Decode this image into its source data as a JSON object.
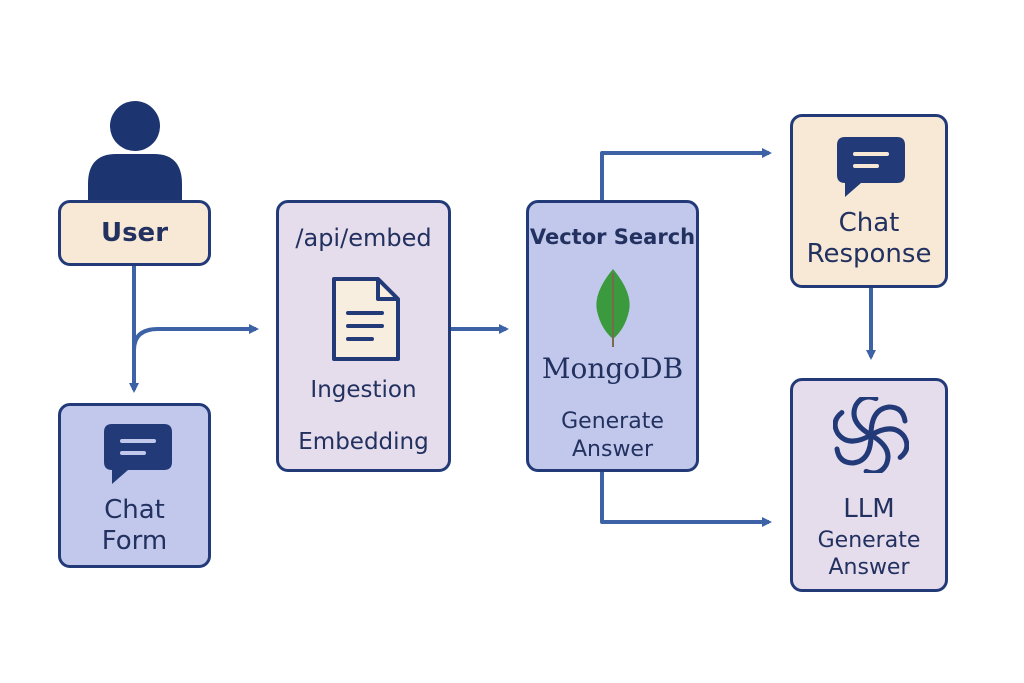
{
  "colors": {
    "navy": "#223a78",
    "arrow": "#3d63a6",
    "peach_fill": "#f8e9d7",
    "lavender_fill": "#e5dcec",
    "blue_fill": "#c2c8ec",
    "leaf_green": "#3c9a3e"
  },
  "nodes": {
    "user": {
      "label": "User",
      "icon": "person-icon"
    },
    "chat_form": {
      "line1": "Chat",
      "line2": "Form",
      "icon": "chat-bubble-icon"
    },
    "api_embed": {
      "title": "/api/embed",
      "line1": "Ingestion",
      "line2": "Embedding",
      "icon": "document-icon"
    },
    "vector_search": {
      "title": "Vector Search",
      "brand": "MongoDB",
      "line1": "Generate",
      "line2": "Answer",
      "icon": "mongodb-leaf-icon"
    },
    "chat_response": {
      "line1": "Chat",
      "line2": "Response",
      "icon": "chat-bubble-icon"
    },
    "llm": {
      "line1": "LLM",
      "line2": "Generate",
      "line3": "Answer",
      "icon": "openai-knot-icon"
    }
  }
}
